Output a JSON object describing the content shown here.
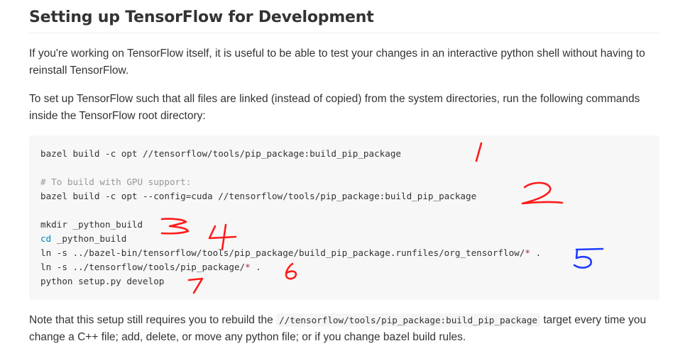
{
  "heading": "Setting up TensorFlow for Development",
  "intro": "If you're working on TensorFlow itself, it is useful to be able to test your changes in an interactive python shell without having to reinstall TensorFlow.",
  "setup_text": "To set up TensorFlow such that all files are linked (instead of copied) from the system directories, run the following commands inside the TensorFlow root directory:",
  "code": {
    "line1": "bazel build -c opt //tensorflow/tools/pip_package:build_pip_package",
    "comment": "# To build with GPU support:",
    "line2": "bazel build -c opt --config=cuda //tensorflow/tools/pip_package:build_pip_package",
    "line3": "mkdir _python_build",
    "cd_kw": "cd",
    "line4_rest": " _python_build",
    "line5_a": "ln -s ../bazel-bin/tensorflow/tools/pip_package/build_pip_package.runfiles/org_tensorflow/",
    "line5_star": "*",
    "line5_b": " .",
    "line6_a": "ln -s ../tensorflow/tools/pip_package/",
    "line6_star": "*",
    "line6_b": " .",
    "line7": "python setup.py develop"
  },
  "note": {
    "before": "Note that this setup still requires you to rebuild the ",
    "code": "//tensorflow/tools/pip_package:build_pip_package",
    "after": " target every time you change a C++ file; add, delete, or move any python file; or if you change bazel build rules."
  },
  "annotations": {
    "colors": {
      "red": "#ff1a1a",
      "blue": "#1f3cff"
    },
    "marks": [
      "1",
      "2",
      "3",
      "4",
      "5",
      "6",
      "7"
    ]
  }
}
